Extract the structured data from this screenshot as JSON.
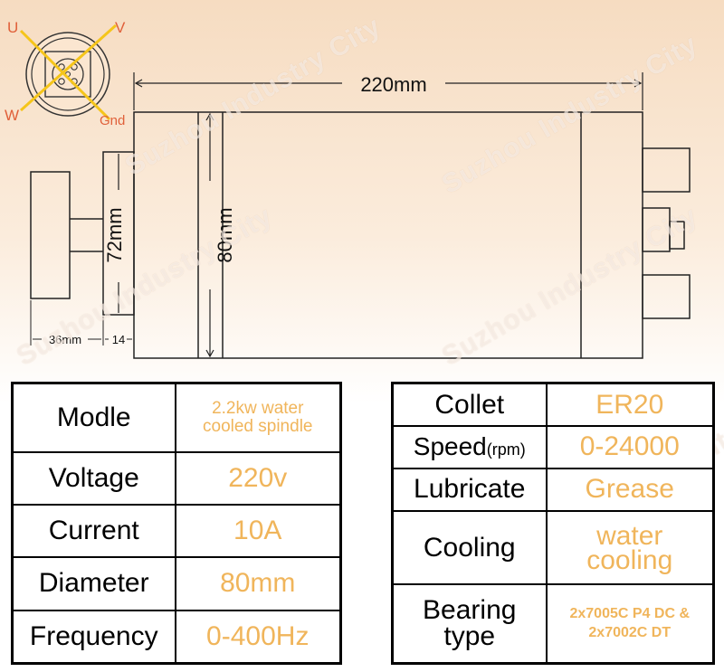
{
  "pin_labels": {
    "u": "U",
    "v": "V",
    "w": "W",
    "gnd": "Gnd"
  },
  "dimensions": {
    "length": "220mm",
    "body_diameter": "80mm",
    "nose_diameter": "72mm",
    "shaft_length": "36mm",
    "collar_length": "14"
  },
  "watermark": "Suzhou Industry City",
  "colors": {
    "value": "#f0b55b",
    "pin_label": "#e0603a",
    "cross": "#f5c51a"
  },
  "left_table": {
    "rows": [
      {
        "label": "Modle",
        "value_line1": "2.2kw water",
        "value_line2": "cooled spindle"
      },
      {
        "label": "Voltage",
        "value": "220v"
      },
      {
        "label": "Current",
        "value": "10A"
      },
      {
        "label": "Diameter",
        "value": "80mm"
      },
      {
        "label": "Frequency",
        "value": "0-400Hz"
      }
    ]
  },
  "right_table": {
    "rows": [
      {
        "label": "Collet",
        "value": "ER20"
      },
      {
        "label": "Speed",
        "unit": "(rpm)",
        "value": "0-24000"
      },
      {
        "label": "Lubricate",
        "value": "Grease"
      },
      {
        "label": "Cooling",
        "value_line1": "water",
        "value_line2": "cooling"
      },
      {
        "label_line1": "Bearing",
        "label_line2": "type",
        "value_line1": "2x7005C P4 DC &",
        "value_line2": "2x7002C DT"
      }
    ]
  }
}
